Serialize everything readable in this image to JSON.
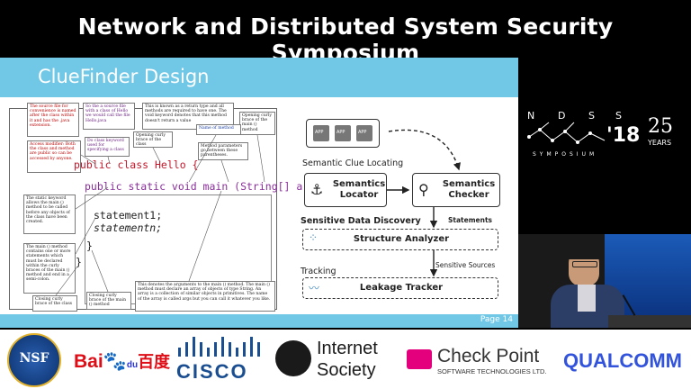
{
  "header": {
    "title": "Network and Distributed System Security Symposium"
  },
  "slide": {
    "title": "ClueFinder Design",
    "page": "Page 14",
    "code": {
      "line1": "public class Hello {",
      "line2": "public static void main (String[] args) {",
      "line3": "statement1;",
      "line4": "statementn;",
      "line5": "}",
      "line6": "}"
    },
    "annotations": [
      "The source file for convenience is named after the class within it and has the .java extension.",
      "So the a source file with a class of Hello we would call the file Hello.java",
      "This is known as a return type and all methods are required to have one. The void keyword denotes that this method doesn't return a value",
      "Opening curly brace of the main () method",
      "Access modifier: Both the class and method are public so can be accessed by anyone.",
      "Do class keyword used for specifying a class",
      "Opening curly brace of the class",
      "Name of method",
      "Method parameters go between these parentheses.",
      "The static keyword allows the main () method to be called before any objects of the class have been created.",
      "The main () method contains one or more statements which must be declared within the curly braces of the main () method and end in a semi-colon.",
      "Closing curly brace of the class",
      "Closing curly brace of the main () method",
      "This denotes the arguments to the main () method. The main () method must declare an array of objects of type String. An array is a collection of similar objects in primitives. The name of the array is called args but you can call it whatever you like."
    ],
    "diagram": {
      "semantic_clue_locating": "Semantic Clue Locating",
      "semantics_locator": "Semantics Locator",
      "semantics_checker": "Semantics Checker",
      "sensitive_data_discovery": "Sensitive Data Discovery",
      "statements": "Statements",
      "structure_analyzer": "Structure Analyzer",
      "sensitive_sources": "Sensitive Sources",
      "tracking": "Tracking",
      "leakage_tracker": "Leakage Tracker",
      "apk_labels": [
        "APP",
        "APP",
        "APP"
      ]
    }
  },
  "ndss_logo": {
    "letters": [
      "N",
      "D",
      "S",
      "S"
    ],
    "year": "'18",
    "anniversary": "25",
    "years_label": "YEARS",
    "symposium": "SYMPOSIUM"
  },
  "sponsors": {
    "nsf": "NSF",
    "baidu": "Bai",
    "baidu_du": "du",
    "baidu_cn": "百度",
    "cisco": "CISCO",
    "internet_society_1": "Internet",
    "internet_society_2": "Society",
    "checkpoint_1": "Check Point",
    "checkpoint_2": "SOFTWARE TECHNOLOGIES LTD.",
    "qualcomm": "QUALCOMM"
  },
  "colors": {
    "accent": "#71c8e6",
    "ndss_text": "#ffffff",
    "baidu_red": "#de0d16",
    "cisco_blue": "#1a4e91",
    "qualcomm_blue": "#3253dc"
  }
}
